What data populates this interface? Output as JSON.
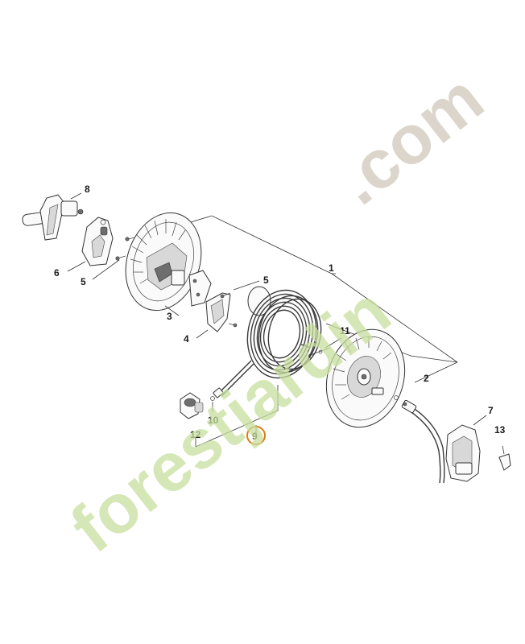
{
  "parts": {
    "p1": "1",
    "p2": "2",
    "p3": "3",
    "p4": "4",
    "p5a": "5",
    "p5b": "5",
    "p6": "6",
    "p7": "7",
    "p8": "8",
    "p9": "9",
    "p10": "10",
    "p11": "11",
    "p12": "12",
    "p13": "13"
  },
  "highlighted_part": "9",
  "watermark": {
    "green_text": "forestjardin",
    "grey_text": ".com"
  },
  "colors": {
    "highlight_ring": "#e07a10",
    "watermark_green": "#c9dfa0",
    "watermark_grey": "#cfc7ba"
  }
}
